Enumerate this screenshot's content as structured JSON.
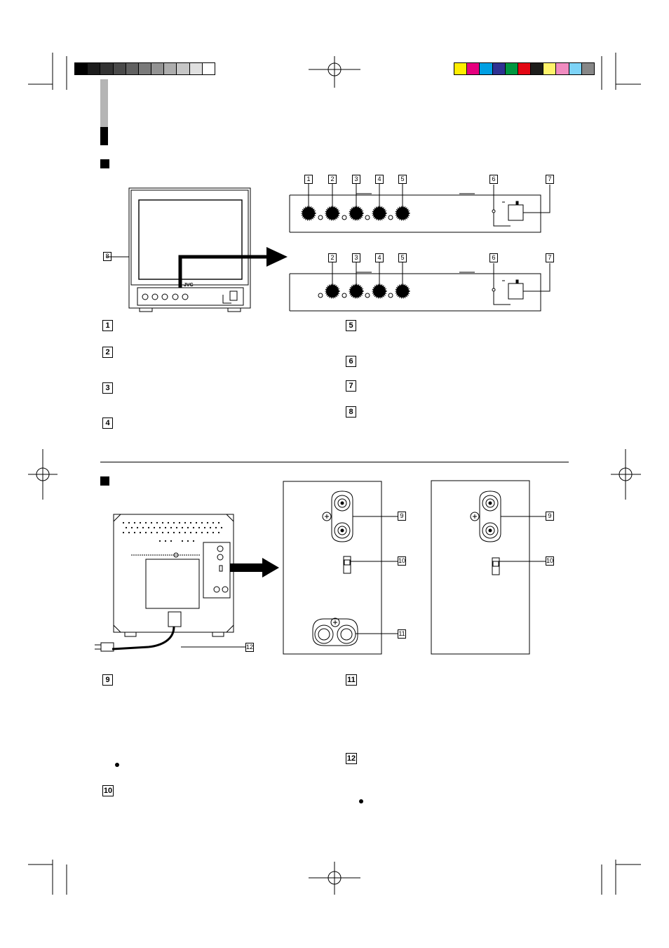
{
  "brand": "JVC",
  "grayscale_bar": [
    "#000000",
    "#1c1c1c",
    "#333333",
    "#4a4a4a",
    "#616161",
    "#7a7a7a",
    "#939393",
    "#adadad",
    "#c6c6c6",
    "#e0e0e0",
    "#ffffff"
  ],
  "color_bar": [
    "#ffed00",
    "#e6007e",
    "#009fe3",
    "#2e3192",
    "#009640",
    "#e30613",
    "#1d1d1b",
    "#fff36b",
    "#f08cc0",
    "#7dd3f7",
    "#878787"
  ],
  "front_callouts": {
    "top": [
      "1",
      "2",
      "3",
      "4",
      "5",
      "6",
      "7"
    ],
    "bottom": [
      "2",
      "3",
      "4",
      "5",
      "6",
      "7"
    ],
    "side": "8"
  },
  "front_descriptions": {
    "left": [
      "1",
      "2",
      "3",
      "4"
    ],
    "right": [
      "5",
      "6",
      "7",
      "8"
    ]
  },
  "rear_callouts": {
    "panel_a": [
      "9",
      "10",
      "11"
    ],
    "panel_b": [
      "9",
      "10"
    ],
    "cord": "12"
  },
  "rear_descriptions": {
    "left": [
      "9",
      "10"
    ],
    "right": [
      "11",
      "12"
    ]
  }
}
